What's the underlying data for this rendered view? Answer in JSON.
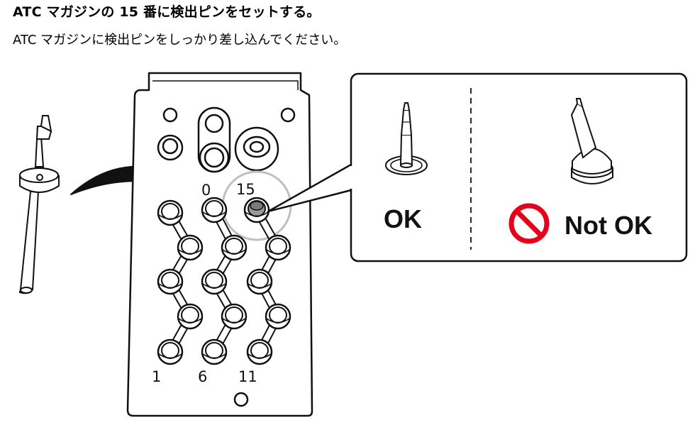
{
  "heading": "ATC マガジンの 15 番に検出ピンをセットする。",
  "subheading": "ATC マガジンに検出ピンをしっかり差し込んでください。",
  "slot_labels": {
    "top_partial": "0",
    "highlight": "15",
    "bottom_left": "1",
    "bottom_mid": "6",
    "bottom_right": "11"
  },
  "callout": {
    "ok_label": "OK",
    "not_ok_label": "Not OK"
  },
  "colors": {
    "line": "#111111",
    "highlight_circle": "#bfbfbf",
    "inserted_pin": "#9a9a9a",
    "prohibit_red": "#e8001b"
  }
}
